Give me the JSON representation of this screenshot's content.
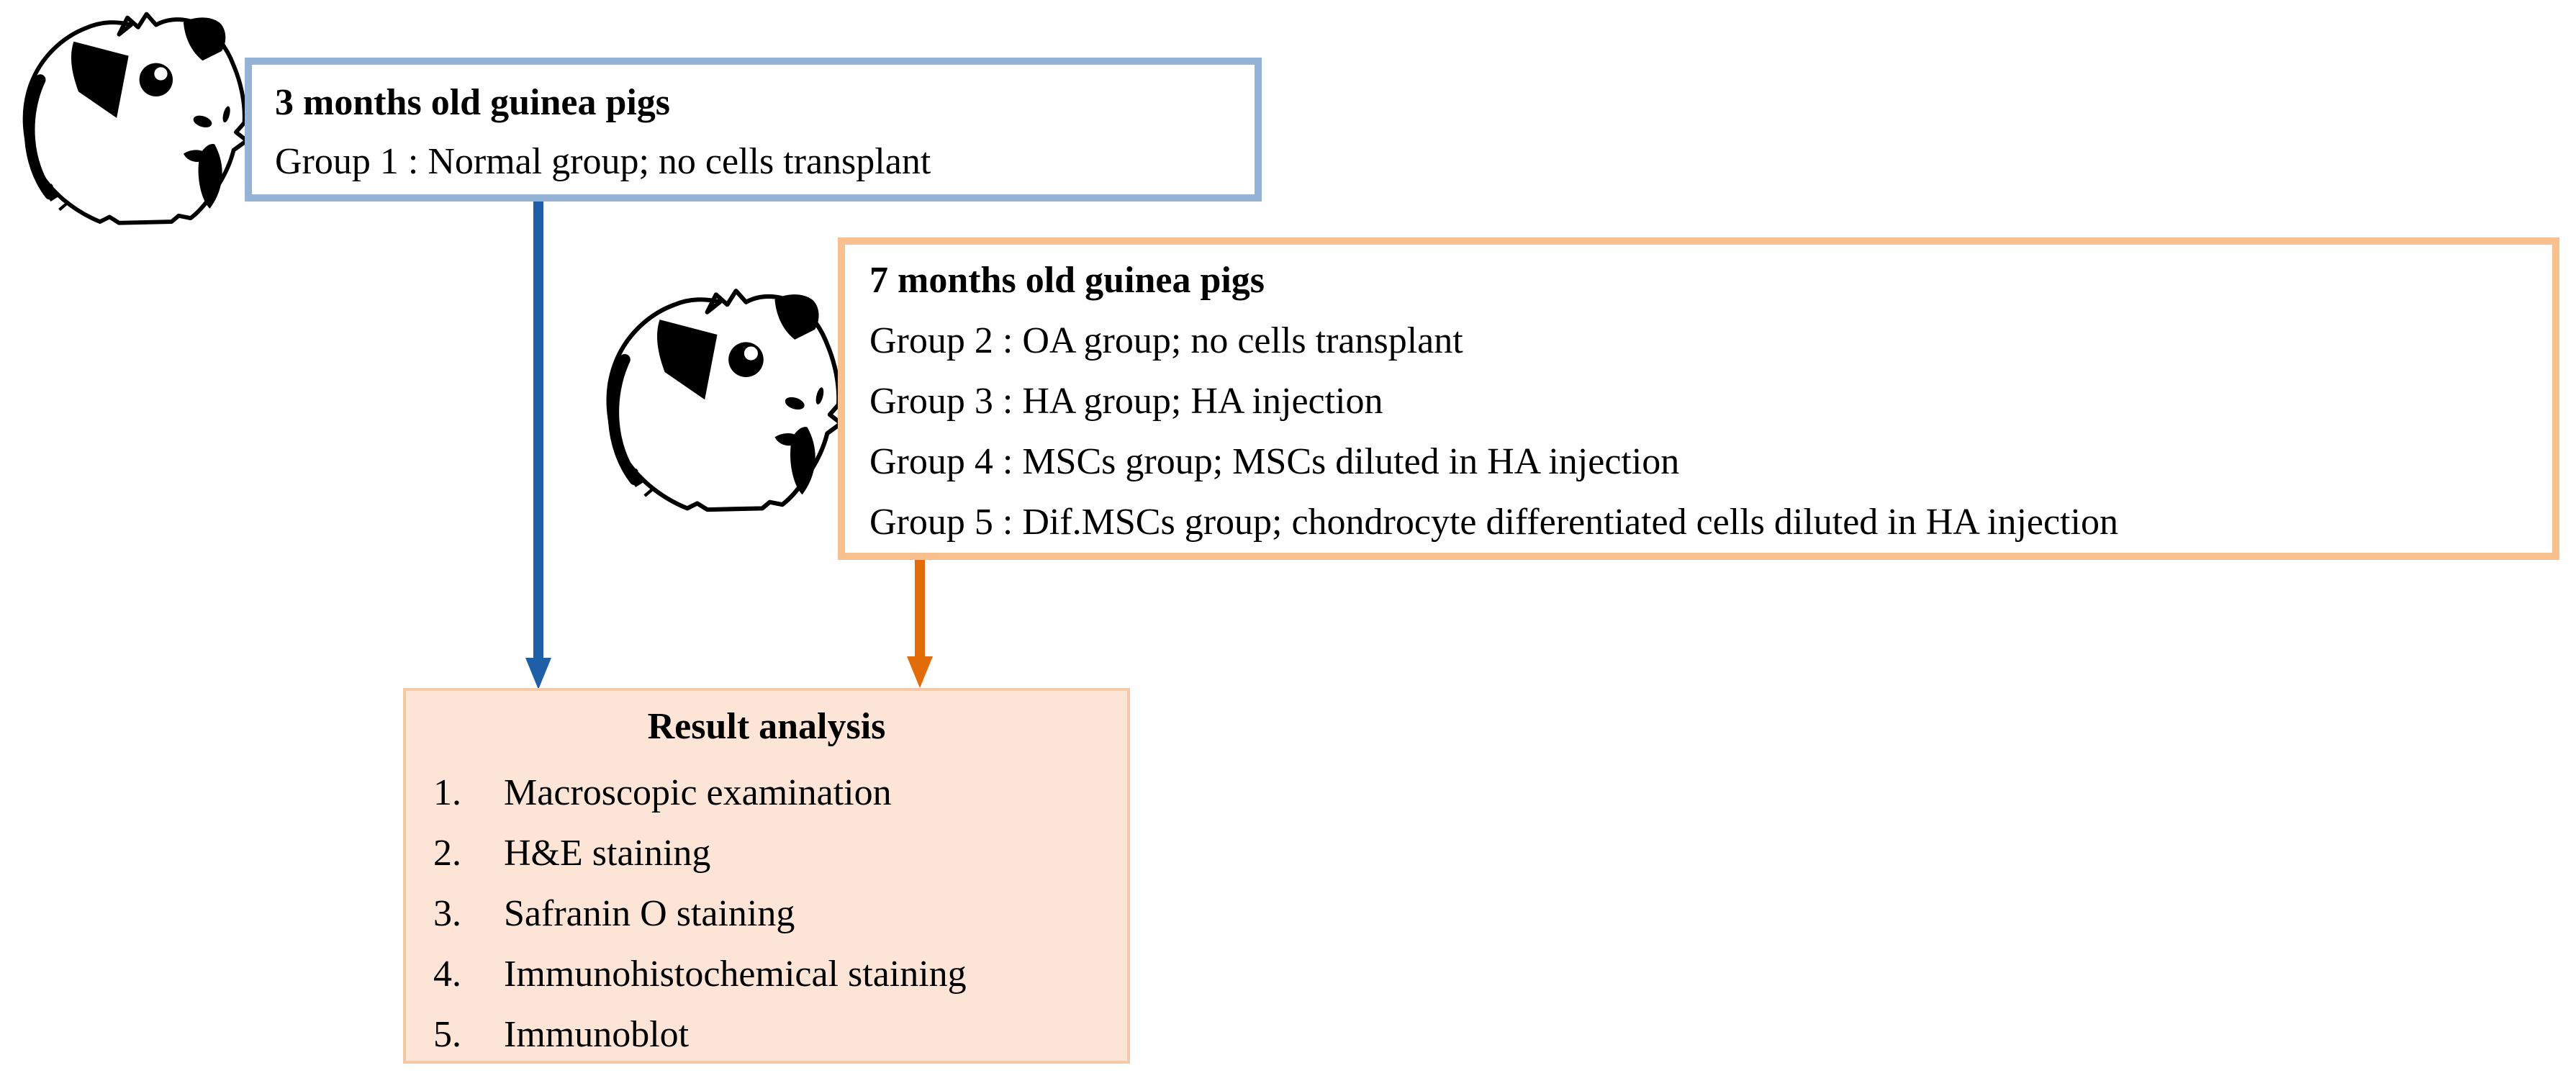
{
  "young_box": {
    "title": "3 months old guinea pigs",
    "lines": [
      "Group 1 : Normal group; no cells transplant"
    ]
  },
  "old_box": {
    "title": "7 months old guinea pigs",
    "lines": [
      "Group 2 : OA group; no cells transplant",
      "Group 3 : HA group; HA injection",
      "Group 4 : MSCs group; MSCs diluted in HA injection",
      "Group 5 : Dif.MSCs group; chondrocyte differentiated cells diluted in HA injection"
    ]
  },
  "result_box": {
    "title": "Result analysis",
    "items": [
      {
        "num": "1.",
        "label": "Macroscopic examination"
      },
      {
        "num": "2.",
        "label": "H&E staining"
      },
      {
        "num": "3.",
        "label": "Safranin O staining"
      },
      {
        "num": "4.",
        "label": "Immunohistochemical staining"
      },
      {
        "num": "5.",
        "label": "Immunoblot"
      }
    ]
  },
  "icons": {
    "young": "guinea-pig-illustration",
    "old": "guinea-pig-illustration"
  },
  "palette": {
    "blue_box_border": "#95B3D7",
    "orange_box_border": "#FABF8F",
    "blue_arrow": "#1E5FA8",
    "orange_arrow": "#E36C0A",
    "result_fill": "#FCE4D6",
    "result_border": "#F5C9A8"
  }
}
